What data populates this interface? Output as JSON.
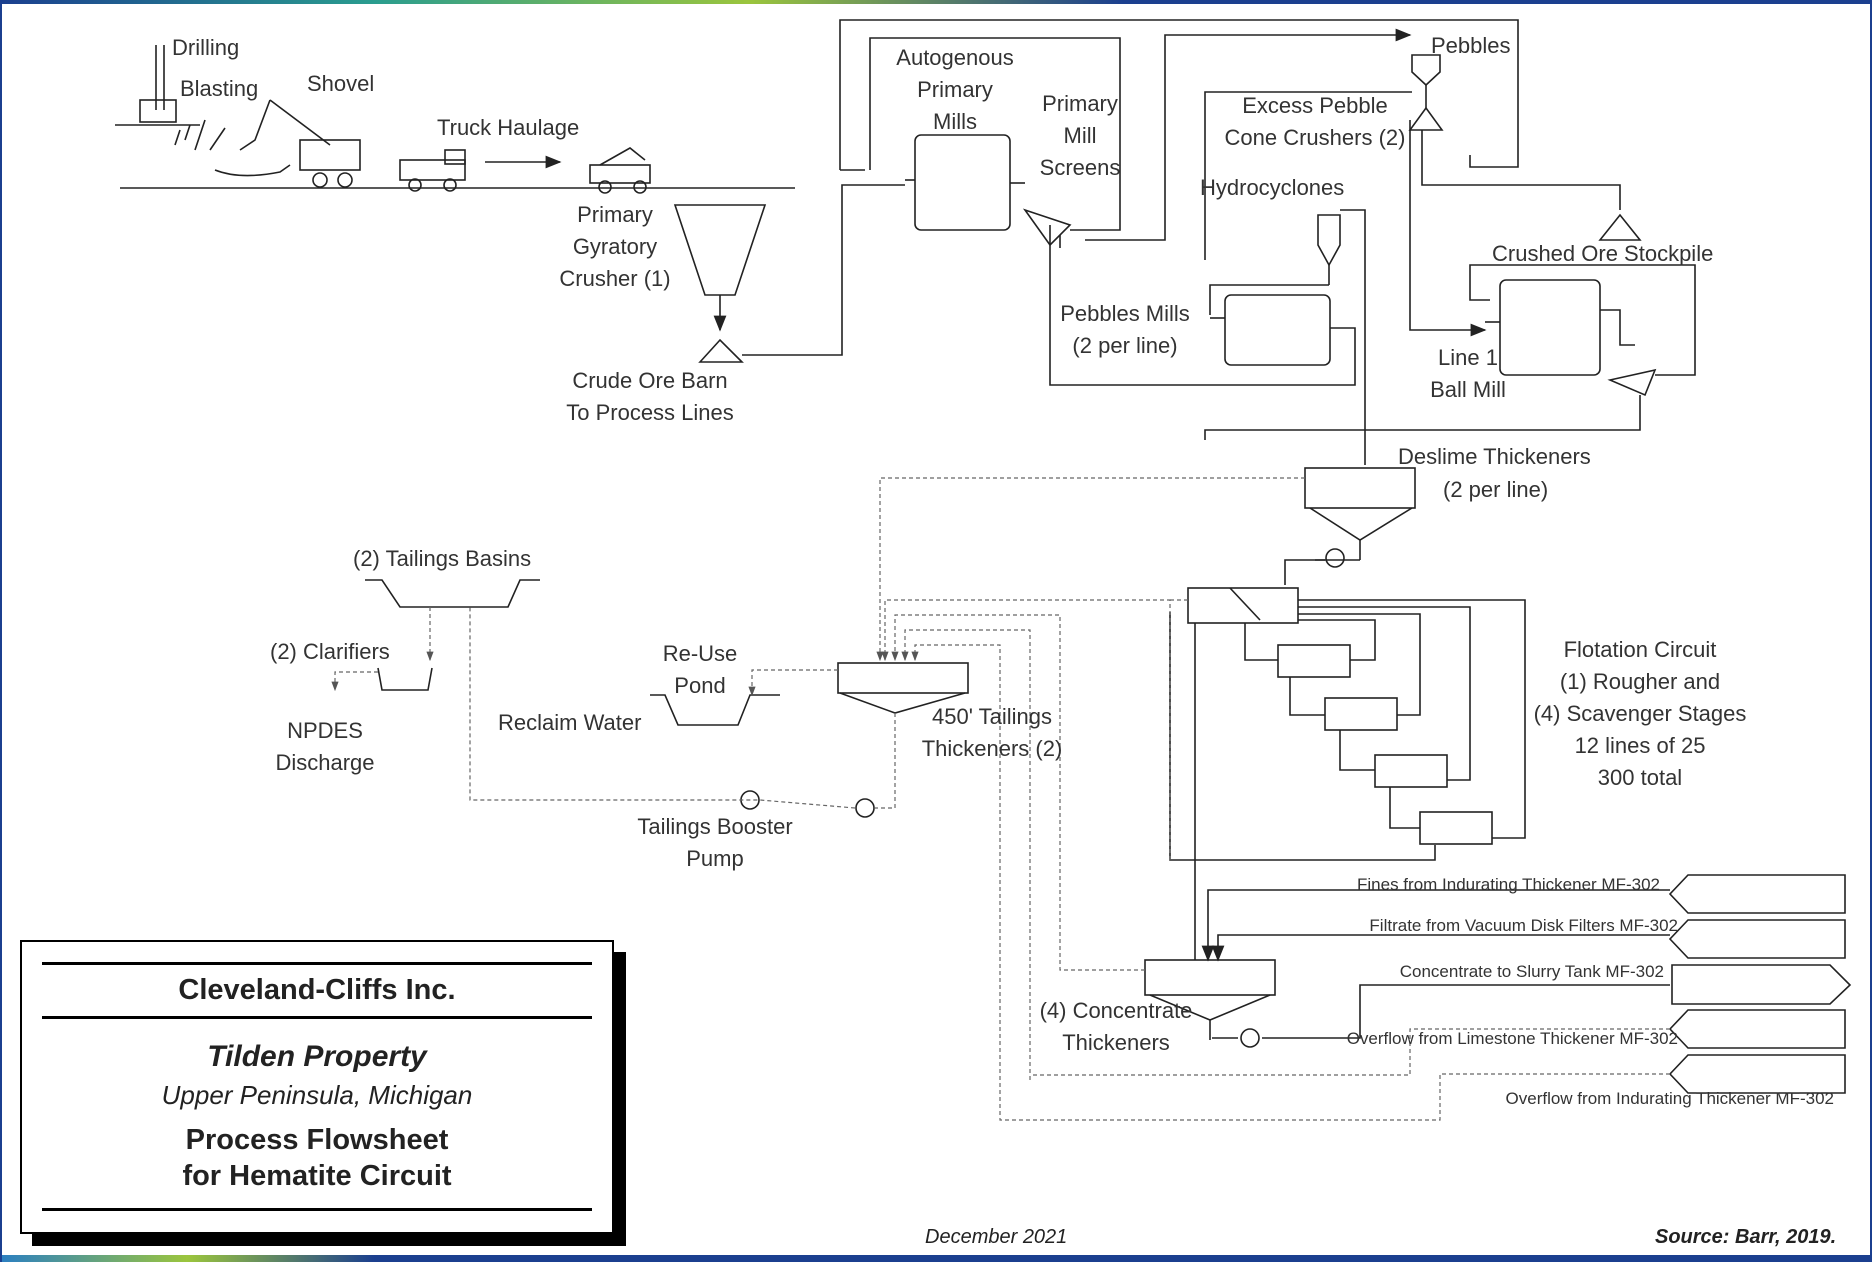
{
  "labels": {
    "drilling": "Drilling",
    "blasting": "Blasting",
    "shovel": "Shovel",
    "truck_haulage": "Truck Haulage",
    "primary_crusher": "Primary\nGyratory\nCrusher (1)",
    "crude_ore_barn": "Crude Ore Barn\nTo Process Lines",
    "autogenous_mills": "Autogenous\nPrimary\nMills",
    "primary_mill_screens": "Primary\nMill\nScreens",
    "pebbles": "Pebbles",
    "excess_pebble": "Excess Pebble\nCone Crushers (2)",
    "hydrocyclones": "Hydrocyclones",
    "crushed_ore_stockpile": "Crushed Ore Stockpile",
    "pebbles_mills": "Pebbles Mills\n(2 per line)",
    "ball_mill": "Line 1\nBall Mill",
    "deslime_thickeners": "Deslime Thickeners",
    "deslime_per_line": "(2 per line)",
    "tailings_basins": "(2) Tailings Basins",
    "clarifiers": "(2) Clarifiers",
    "npdes": "NPDES\nDischarge",
    "reuse_pond": "Re-Use\nPond",
    "reclaim_water": "Reclaim Water",
    "tailings_thickeners": "450' Tailings\nThickeners (2)",
    "tailings_booster": "Tailings Booster\nPump",
    "flotation": "Flotation Circuit\n(1) Rougher and\n(4) Scavenger Stages\n12 lines of 25\n300 total",
    "concentrate_thickeners": "(4) Concentrate\nThickeners"
  },
  "streams": {
    "fines": "Fines from Indurating Thickener MF-302",
    "filtrate": "Filtrate from Vacuum Disk Filters MF-302",
    "concentrate": "Concentrate to Slurry Tank MF-302",
    "overflow_limestone": "Overflow from Limestone Thickener MF-302",
    "overflow_indurating": "Overflow from Indurating Thickener MF-302"
  },
  "title_block": {
    "company": "Cleveland-Cliffs Inc.",
    "property": "Tilden Property",
    "location": "Upper Peninsula, Michigan",
    "title_line1": "Process Flowsheet",
    "title_line2": "for Hematite Circuit"
  },
  "footer": {
    "date": "December 2021",
    "source": "Source:  Barr, 2019."
  }
}
